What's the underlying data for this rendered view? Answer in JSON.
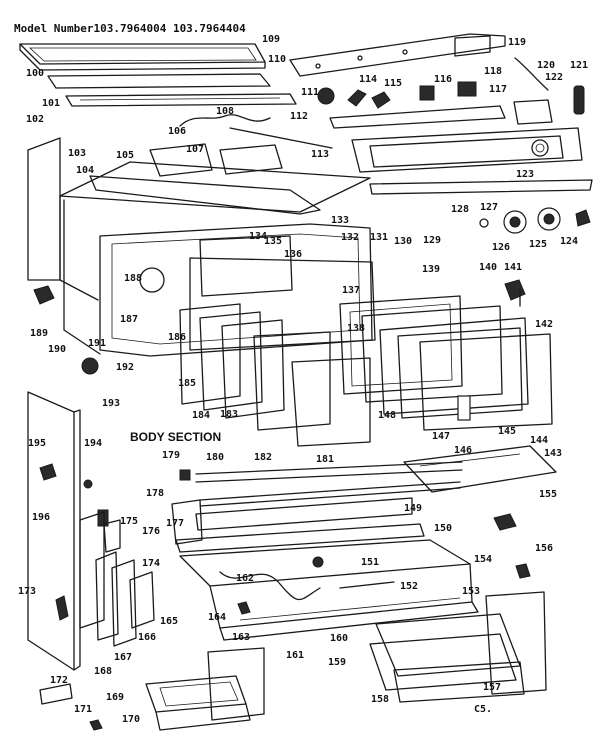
{
  "header": {
    "model_text": "Model Number103.7964004 103.7964404"
  },
  "section_title": "BODY SECTION",
  "page_code": "C5.",
  "part_numbers": [
    "100",
    "101",
    "102",
    "103",
    "104",
    "105",
    "106",
    "107",
    "108",
    "109",
    "110",
    "111",
    "112",
    "113",
    "114",
    "115",
    "116",
    "117",
    "118",
    "119",
    "120",
    "121",
    "122",
    "123",
    "124",
    "125",
    "126",
    "127",
    "128",
    "129",
    "130",
    "131",
    "132",
    "133",
    "134",
    "135",
    "136",
    "137",
    "138",
    "139",
    "140",
    "141",
    "142",
    "143",
    "144",
    "145",
    "146",
    "147",
    "148",
    "149",
    "150",
    "151",
    "152",
    "153",
    "154",
    "155",
    "156",
    "157",
    "158",
    "159",
    "160",
    "161",
    "162",
    "163",
    "164",
    "165",
    "166",
    "167",
    "168",
    "169",
    "170",
    "171",
    "172",
    "173",
    "174",
    "175",
    "176",
    "177",
    "178",
    "179",
    "180",
    "181",
    "182",
    "183",
    "184",
    "185",
    "186",
    "187",
    "188",
    "189",
    "190",
    "191",
    "192",
    "193",
    "194",
    "195",
    "196"
  ]
}
